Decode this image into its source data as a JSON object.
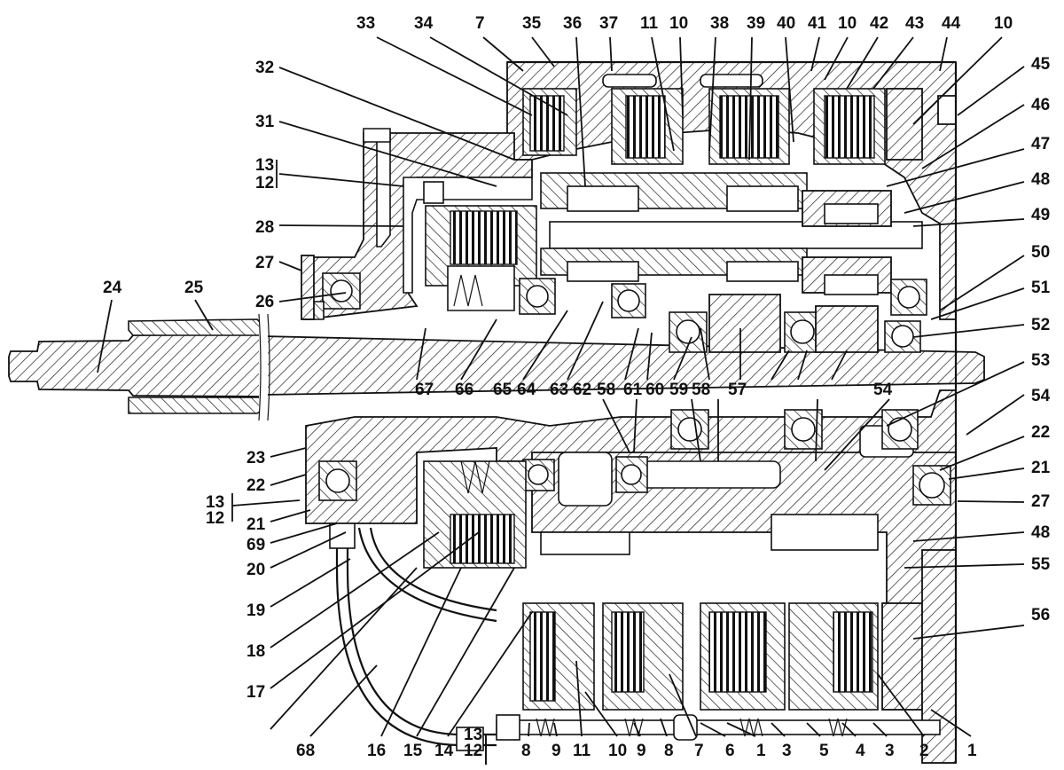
{
  "diagram": {
    "title": "Transmission clutch pack assembly — sectional view",
    "colors": {
      "ink": "#111111",
      "background": "#ffffff"
    },
    "callouts": {
      "top": [
        "33",
        "34",
        "7",
        "35",
        "36",
        "37",
        "11",
        "10",
        "38",
        "39",
        "40",
        "41",
        "10",
        "42",
        "43",
        "44",
        "10"
      ],
      "right": [
        "45",
        "46",
        "47",
        "48",
        "49",
        "50",
        "51",
        "52",
        "53",
        "54",
        "22",
        "21",
        "27",
        "48",
        "55",
        "56"
      ],
      "left_upper": [
        "32",
        "31",
        "13",
        "12",
        "28",
        "27",
        "26"
      ],
      "shaft": [
        "24",
        "25"
      ],
      "center_row": [
        "67",
        "66",
        "65",
        "64",
        "63",
        "62",
        "58",
        "61",
        "60",
        "59",
        "58",
        "57",
        "54"
      ],
      "left_lower": [
        "23",
        "22",
        "13",
        "12",
        "21",
        "69",
        "20",
        "19",
        "18",
        "17"
      ],
      "bottom": [
        "68",
        "16",
        "15",
        "14",
        "13",
        "12",
        "8",
        "9",
        "11",
        "10",
        "9",
        "8",
        "7",
        "6",
        "1",
        "3",
        "5",
        "4",
        "3",
        "2",
        "1"
      ]
    }
  }
}
